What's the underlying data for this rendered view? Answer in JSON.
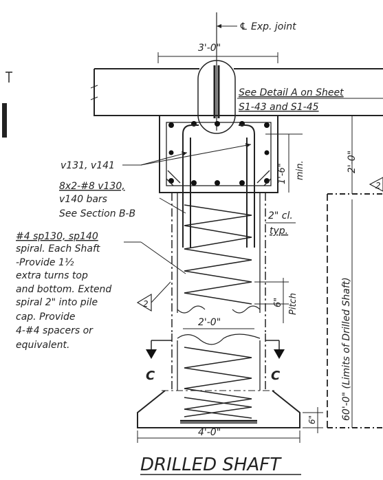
{
  "labels": {
    "exp_joint": "℄ Exp. joint",
    "dim_top": "3'-0\"",
    "detail_line1": "See Detail A on Sheet",
    "detail_line2": "S1-43 and S1-45",
    "bar_mark": "v131, v141",
    "dim_18": "1'-6\"",
    "dim_18_min": "min.",
    "dim_2ft": "2'-0\"",
    "bars_line1": "8x2-#8 v130,",
    "bars_line2": "v140 bars",
    "bars_line3": "See Section B-B",
    "spiral_line1": "#4 sp130, sp140",
    "spiral_line2": "spiral. Each Shaft",
    "spiral_line3": "-Provide 1½",
    "spiral_line4": "extra turns top",
    "spiral_line5": "and bottom. Extend",
    "spiral_line6": "spiral 2\" into pile",
    "spiral_line7": "cap. Provide",
    "spiral_line8": "4-#4 spacers or",
    "spiral_line9": "equivalent.",
    "clear_cover": "2\" cl.",
    "clear_typ": "typ.",
    "pitch_val": "6\"",
    "pitch_word": "Pitch",
    "dim_mid": "2'-0\"",
    "section_left": "C",
    "section_right": "C",
    "shaft_limits": "60'-0\" (Limits of Drilled Shaft)",
    "dim_6": "6\"",
    "dim_bottom": "4'-0\"",
    "rev_mark_left": "2",
    "rev_mark_right": "2",
    "title": "DRILLED SHAFT"
  }
}
